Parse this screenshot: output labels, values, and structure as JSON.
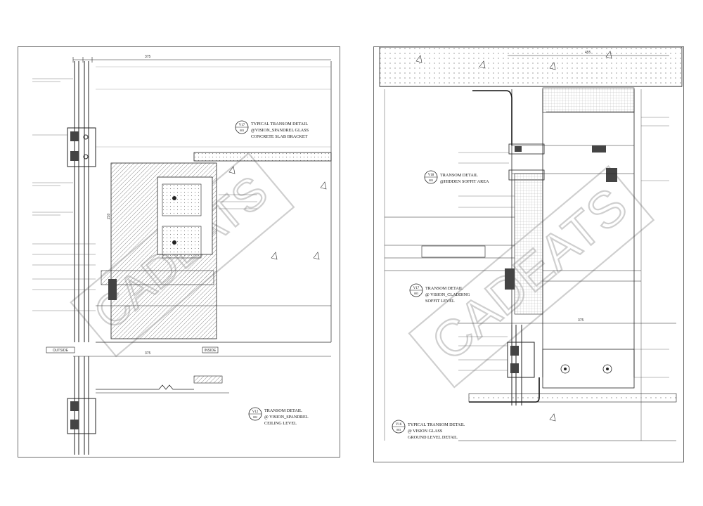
{
  "watermark": "CADEATS",
  "details": [
    {
      "id": "V17",
      "sheet": "003",
      "line1": "TYPICAL TRANSOM DETAIL",
      "line2": "@VISION_SPANDREL GLASS",
      "line3": "CONCRETE SLAB BRACKET"
    },
    {
      "id": "V12",
      "sheet": "002",
      "line1": "TRANSOM DETAIL",
      "line2": "@ VISION_SPANDREL",
      "line3": "CEILING LEVEL"
    },
    {
      "id": "V18",
      "sheet": "003",
      "line1": "TRANSOM DETAIL",
      "line2": "@HIDDEN SOFFIT AREA",
      "line3": ""
    },
    {
      "id": "V17",
      "sheet": "003",
      "line1": "TRANSOM DETAIL",
      "line2": "@ VISION_CLADDING",
      "line3": "SOFFIT LEVEL"
    },
    {
      "id": "V16",
      "sheet": "003",
      "line1": "TYPICAL TRANSOM DETAIL",
      "line2": "@ VISION GLASS",
      "line3": "GROUND LEVEL DETAIL"
    }
  ],
  "tags": {
    "outside": "OUTSIDE",
    "inside": "INSIDE"
  },
  "dims": {
    "top_left": "375",
    "top_right": "455",
    "mid_left": "210",
    "bottom_right": "375",
    "bottom_left": "375"
  },
  "colors": {
    "line": "#222222",
    "hatch": "#9a9a9a",
    "watermark": "#cfcfcf",
    "sheet_border": "#6f6f6f"
  }
}
